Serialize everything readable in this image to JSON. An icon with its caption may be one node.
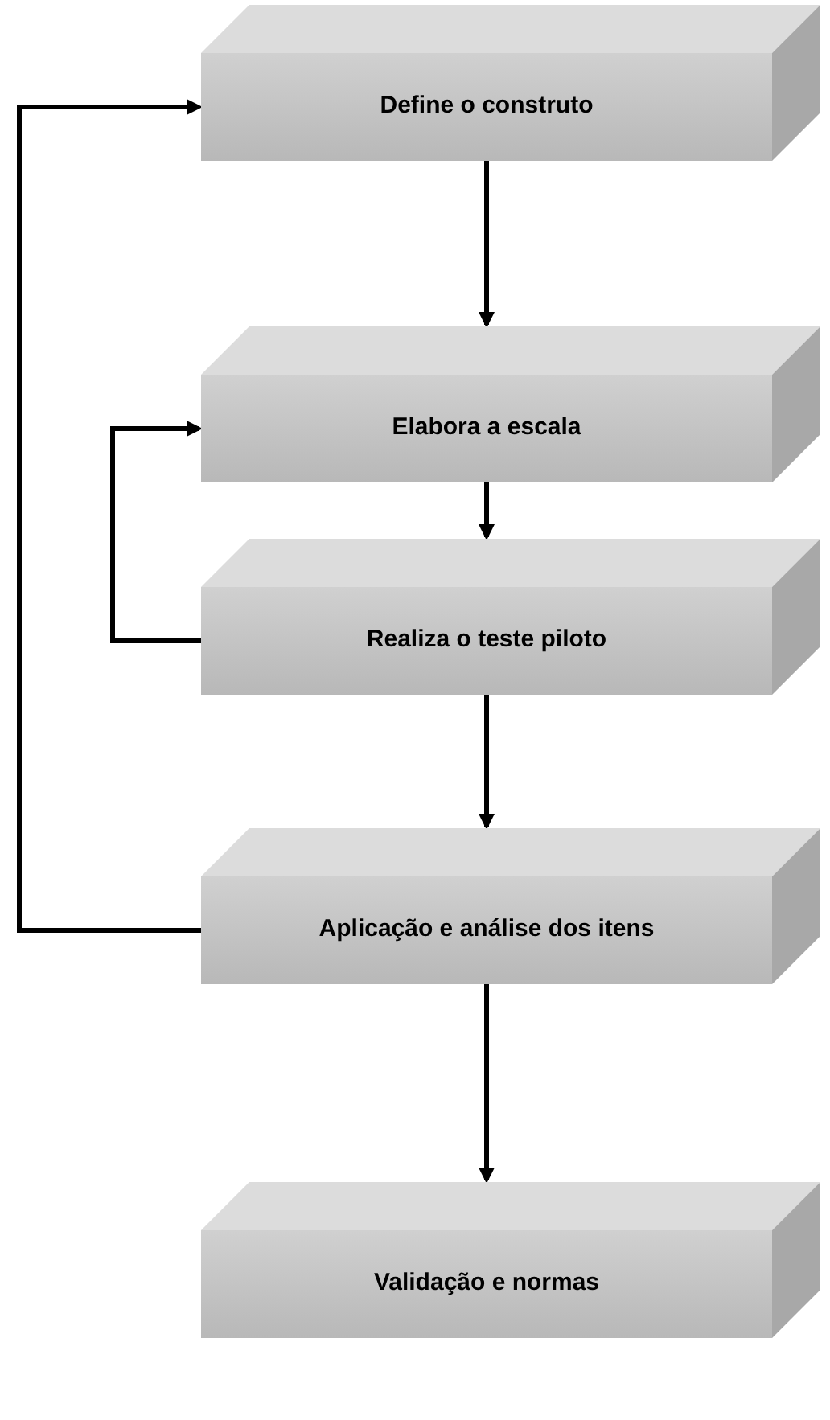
{
  "diagram": {
    "nodes": [
      {
        "text": [
          "Define o construto"
        ]
      },
      {
        "text": [
          "Elabora a escala"
        ]
      },
      {
        "text": [
          "Realiza o teste piloto"
        ]
      },
      {
        "text": [
          "Aplicação e análise dos itens"
        ]
      },
      {
        "text": [
          "Validação e normas"
        ]
      }
    ],
    "edges": [
      {
        "from": 0,
        "to": 1,
        "arrow": "to"
      },
      {
        "from": 1,
        "to": 2,
        "arrow": "to"
      },
      {
        "from": 2,
        "to": 1,
        "arrow": "to"
      },
      {
        "from": 2,
        "to": 3,
        "arrow": "to"
      },
      {
        "from": 3,
        "to": 0,
        "arrow": "to"
      },
      {
        "from": 3,
        "to": 4,
        "arrow": "to"
      }
    ]
  }
}
